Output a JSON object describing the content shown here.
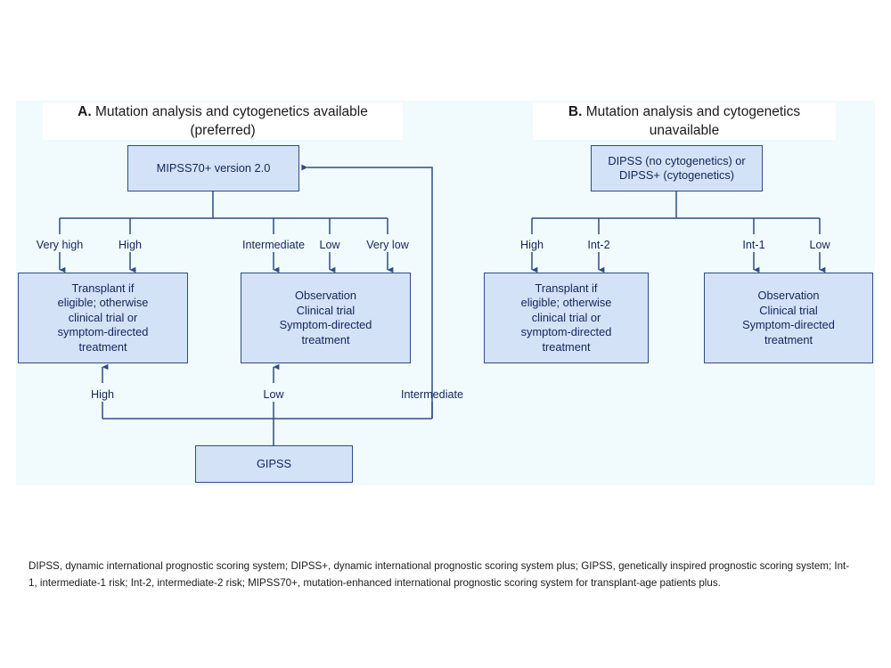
{
  "figure": {
    "background_color": "#ffffff",
    "panel_color": "#f1fafc",
    "node_fill": "#d4e2f7",
    "node_stroke": "#2e4d82",
    "text_color": "#11255a",
    "title_color": "#1a1a1a"
  },
  "panels": {
    "a": {
      "letter": "A.",
      "title": "Mutation analysis and cytogenetics available (preferred)",
      "title_line1": "Mutation analysis and cytogenetics available",
      "title_line2": "(preferred)",
      "root_node": "MIPSS70+ version 2.0",
      "branch_labels": [
        "Very high",
        "High",
        "Intermediate",
        "Low",
        "Very low"
      ],
      "treatment_node": "Transplant if\neligible; otherwise\nclinical trial or\nsymptom-directed\ntreatment",
      "observation_node": "Observation\nClinical trial\nSymptom-directed\ntreatment",
      "secondary_node": "GIPSS",
      "secondary_branch_labels": [
        "High",
        "Low",
        "Intermediate"
      ]
    },
    "b": {
      "letter": "B.",
      "title": "Mutation analysis and cytogenetics unavailable",
      "title_line1": "Mutation analysis and cytogenetics",
      "title_line2": "unavailable",
      "root_node": "DIPSS (no cytogenetics) or\nDIPSS+ (cytogenetics)",
      "branch_labels": [
        "High",
        "Int-2",
        "Int-1",
        "Low"
      ],
      "treatment_node": "Transplant if\neligible; otherwise\nclinical trial or\nsymptom-directed\ntreatment",
      "observation_node": "Observation\nClinical trial\nSymptom-directed\ntreatment"
    }
  },
  "footnote": "DIPSS, dynamic international prognostic scoring system; DIPSS+, dynamic international prognostic scoring system plus; GIPSS, genetically inspired prognostic scoring system; Int-1, intermediate-1 risk; Int-2, intermediate-2 risk; MIPSS70+, mutation-enhanced international prognostic scoring system for transplant-age patients plus."
}
